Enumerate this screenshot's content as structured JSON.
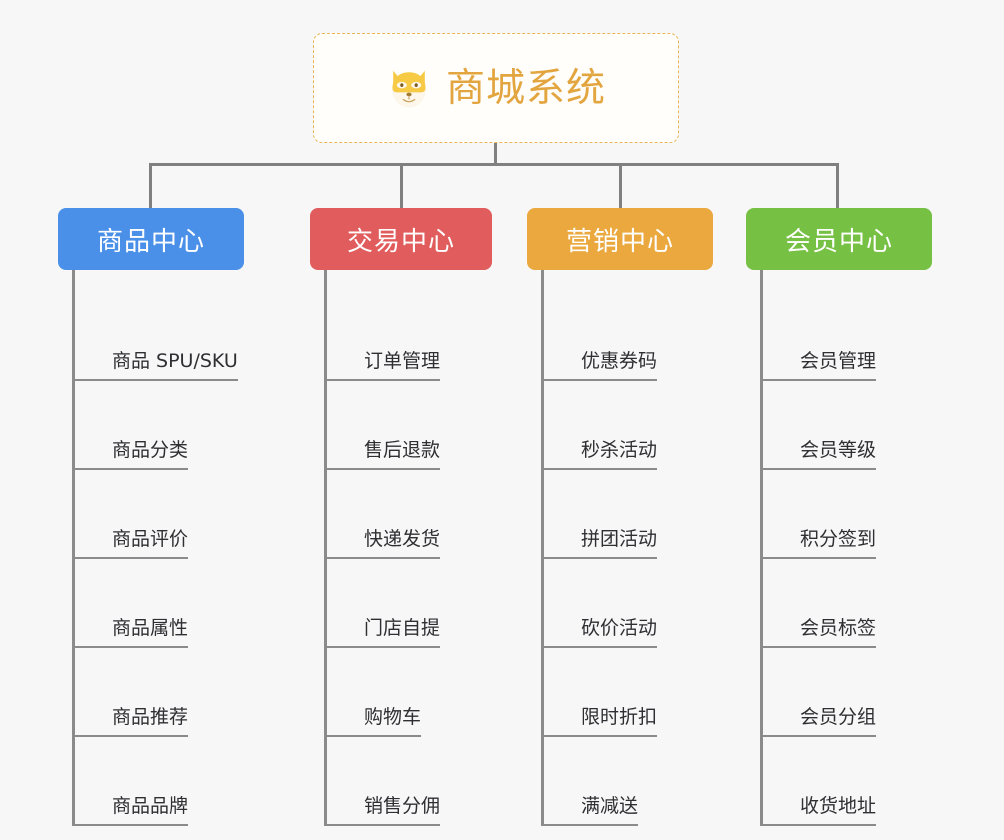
{
  "root": {
    "title": "商城系统",
    "icon": "dog-face-icon",
    "border_color": "#e8b454",
    "text_color": "#e2a53f"
  },
  "connector_color": "#808080",
  "page_background": "#f7f7f7",
  "branches": [
    {
      "label": "商品中心",
      "color": "#4a90e8",
      "items": [
        "商品 SPU/SKU",
        "商品分类",
        "商品评价",
        "商品属性",
        "商品推荐",
        "商品品牌"
      ]
    },
    {
      "label": "交易中心",
      "color": "#e15c5c",
      "items": [
        "订单管理",
        "售后退款",
        "快递发货",
        "门店自提",
        "购物车",
        "销售分佣"
      ]
    },
    {
      "label": "营销中心",
      "color": "#eaa83f",
      "items": [
        "优惠券码",
        "秒杀活动",
        "拼团活动",
        "砍价活动",
        "限时折扣",
        "满减送"
      ]
    },
    {
      "label": "会员中心",
      "color": "#76c043",
      "items": [
        "会员管理",
        "会员等级",
        "积分签到",
        "会员标签",
        "会员分组",
        "收货地址"
      ]
    }
  ]
}
